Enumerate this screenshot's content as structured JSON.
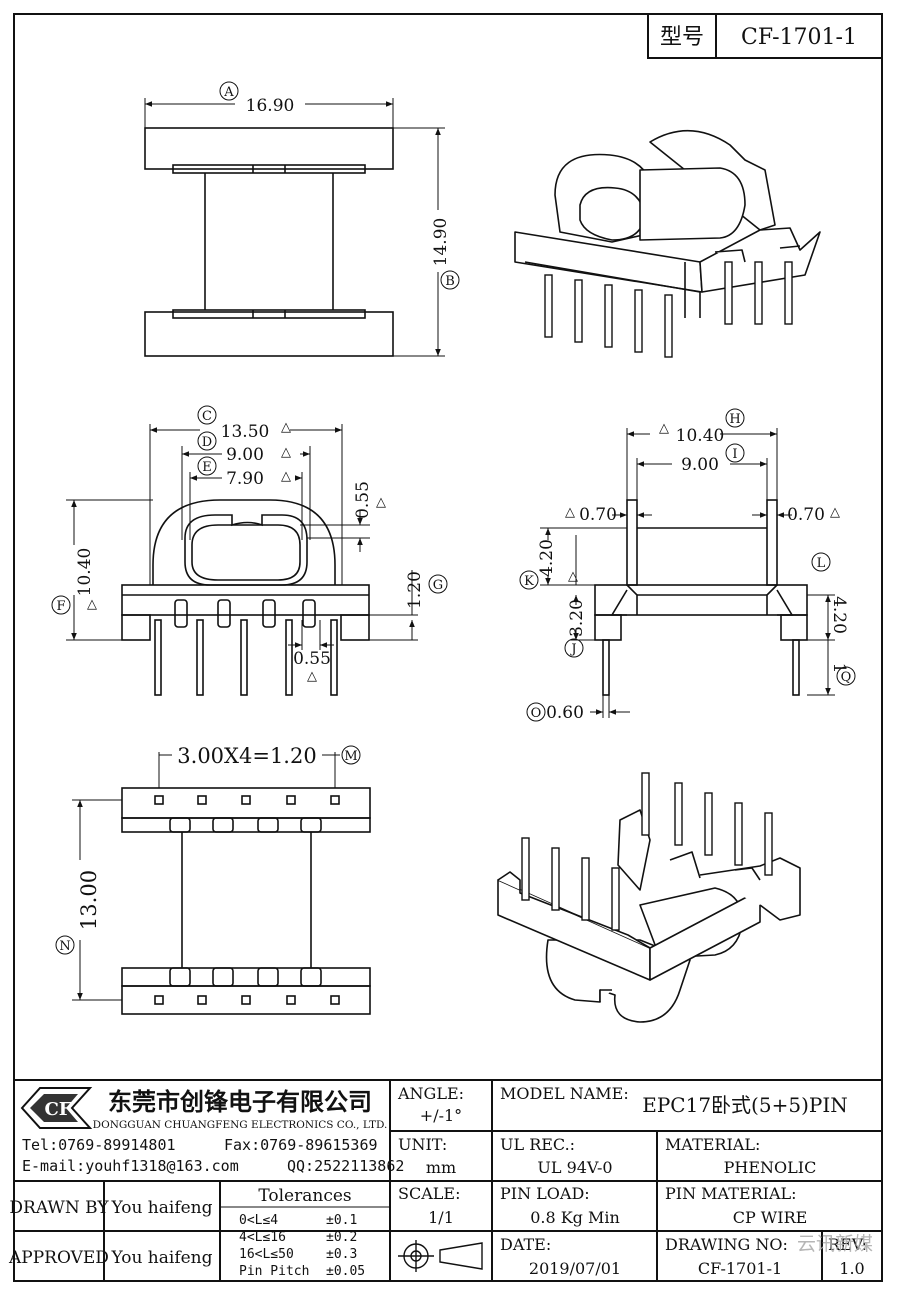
{
  "header": {
    "type_label": "型号",
    "part_no": "CF-1701-1"
  },
  "top_view": {
    "width": "16.90",
    "height": "14.90",
    "marker_width": "A",
    "marker_height": "B"
  },
  "front_view": {
    "c_value": "13.50",
    "c_marker": "C",
    "d_value": "9.00",
    "d_marker": "D",
    "e_value": "7.90",
    "e_marker": "E",
    "gap_top": "0.55",
    "height_f": "10.40",
    "f_marker": "F",
    "base_g": "1.20",
    "g_marker": "G",
    "pin_gap": "0.55"
  },
  "side_view": {
    "h_value": "10.40",
    "h_marker": "H",
    "i_value": "9.00",
    "i_marker": "I",
    "wall_left": "0.70",
    "wall_right": "0.70",
    "k_value": "4.20",
    "k_marker": "K",
    "l_marker": "L",
    "j_value": "3.20",
    "j_marker": "J",
    "right_value": "4.20",
    "q_value": "1",
    "q_marker": "Q",
    "o_value": "0.60",
    "o_marker": "O"
  },
  "pin_view": {
    "pitch_text": "3.00X4=1.20",
    "m_marker": "M",
    "n_value": "13.00",
    "n_marker": "N"
  },
  "company": {
    "name_cn": "东莞市创锋电子有限公司",
    "name_en": "DONGGUAN CHUANGFENG ELECTRONICS CO., LTD.",
    "logo": "CF",
    "tel": "Tel:0769-89914801",
    "fax": "Fax:0769-89615369",
    "email": "E-mail:youhf1318@163.com",
    "qq": "QQ:2522113862"
  },
  "title_block": {
    "angle_label": "ANGLE:",
    "angle_value": "+/-1°",
    "unit_label": "UNIT:",
    "unit_value": "mm",
    "scale_label": "SCALE:",
    "scale_value": "1/1",
    "model_label": "MODEL NAME:",
    "model_value": "EPC17卧式(5+5)PIN",
    "ul_label": "UL REC.:",
    "ul_value": "UL 94V-0",
    "material_label": "MATERIAL:",
    "material_value": "PHENOLIC",
    "pinload_label": "PIN LOAD:",
    "pinload_value": "0.8 Kg Min",
    "pinmat_label": "PIN MATERIAL:",
    "pinmat_value": "CP WIRE",
    "date_label": "DATE:",
    "date_value": "2019/07/01",
    "drawing_label": "DRAWING NO:",
    "drawing_value": "CF-1701-1",
    "rev_label": "REV:",
    "rev_value": "1.0",
    "drawn_label": "DRAWN BY",
    "drawn_value": "You haifeng",
    "approved_label": "APPROVED",
    "approved_value": "You haifeng",
    "tol_title": "Tolerances",
    "tol_rows": [
      {
        "range": "0<L≤4",
        "value": "±0.1"
      },
      {
        "range": "4<L≤16",
        "value": "±0.2"
      },
      {
        "range": "16<L≤50",
        "value": "±0.3"
      },
      {
        "range": "Pin Pitch",
        "value": "±0.05"
      }
    ]
  },
  "watermark": "云讯新媒"
}
